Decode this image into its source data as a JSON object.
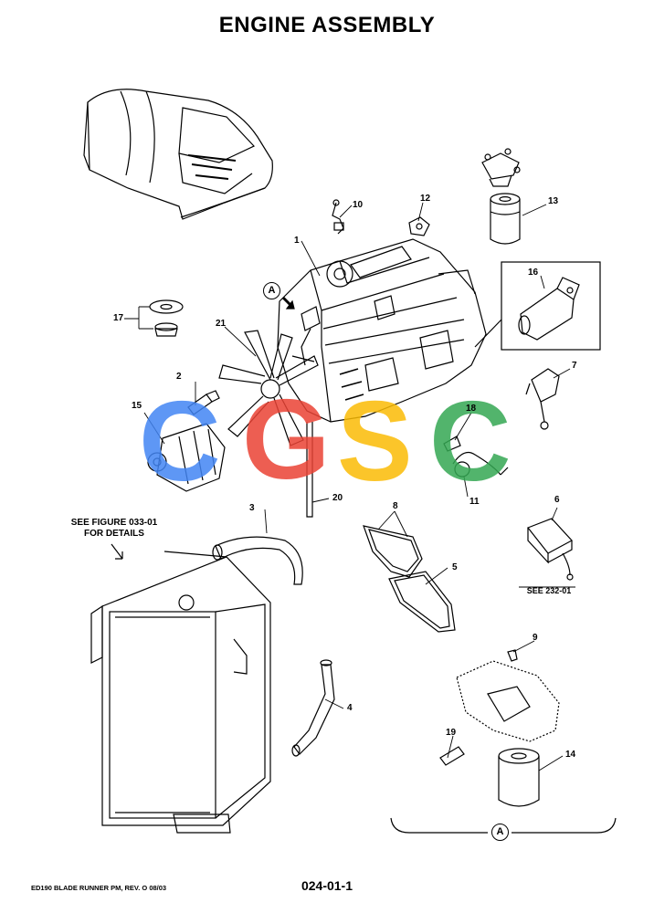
{
  "title": "ENGINE ASSEMBLY",
  "callouts": {
    "c1": "1",
    "c2": "2",
    "c3": "3",
    "c4": "4",
    "c5": "5",
    "c6": "6",
    "c7": "7",
    "c8": "8",
    "c9": "9",
    "c10": "10",
    "c11": "11",
    "c12": "12",
    "c13": "13",
    "c14": "14",
    "c15": "15",
    "c16": "16",
    "c17": "17",
    "c18": "18",
    "c19": "19",
    "c20": "20",
    "c21": "21"
  },
  "detail_marker": "A",
  "notes": {
    "see_figure_line1": "SEE FIGURE 033-01",
    "see_figure_line2": "FOR DETAILS",
    "see_232": "SEE 232-01"
  },
  "footer": {
    "left": "ED190 BLADE RUNNER PM, REV. O 08/03",
    "page_number": "024-01-1"
  },
  "watermark": {
    "letters": [
      "C",
      "G",
      "S",
      "C"
    ],
    "colors": [
      "#4285f4",
      "#ea4335",
      "#fbbc05",
      "#34a853"
    ]
  }
}
